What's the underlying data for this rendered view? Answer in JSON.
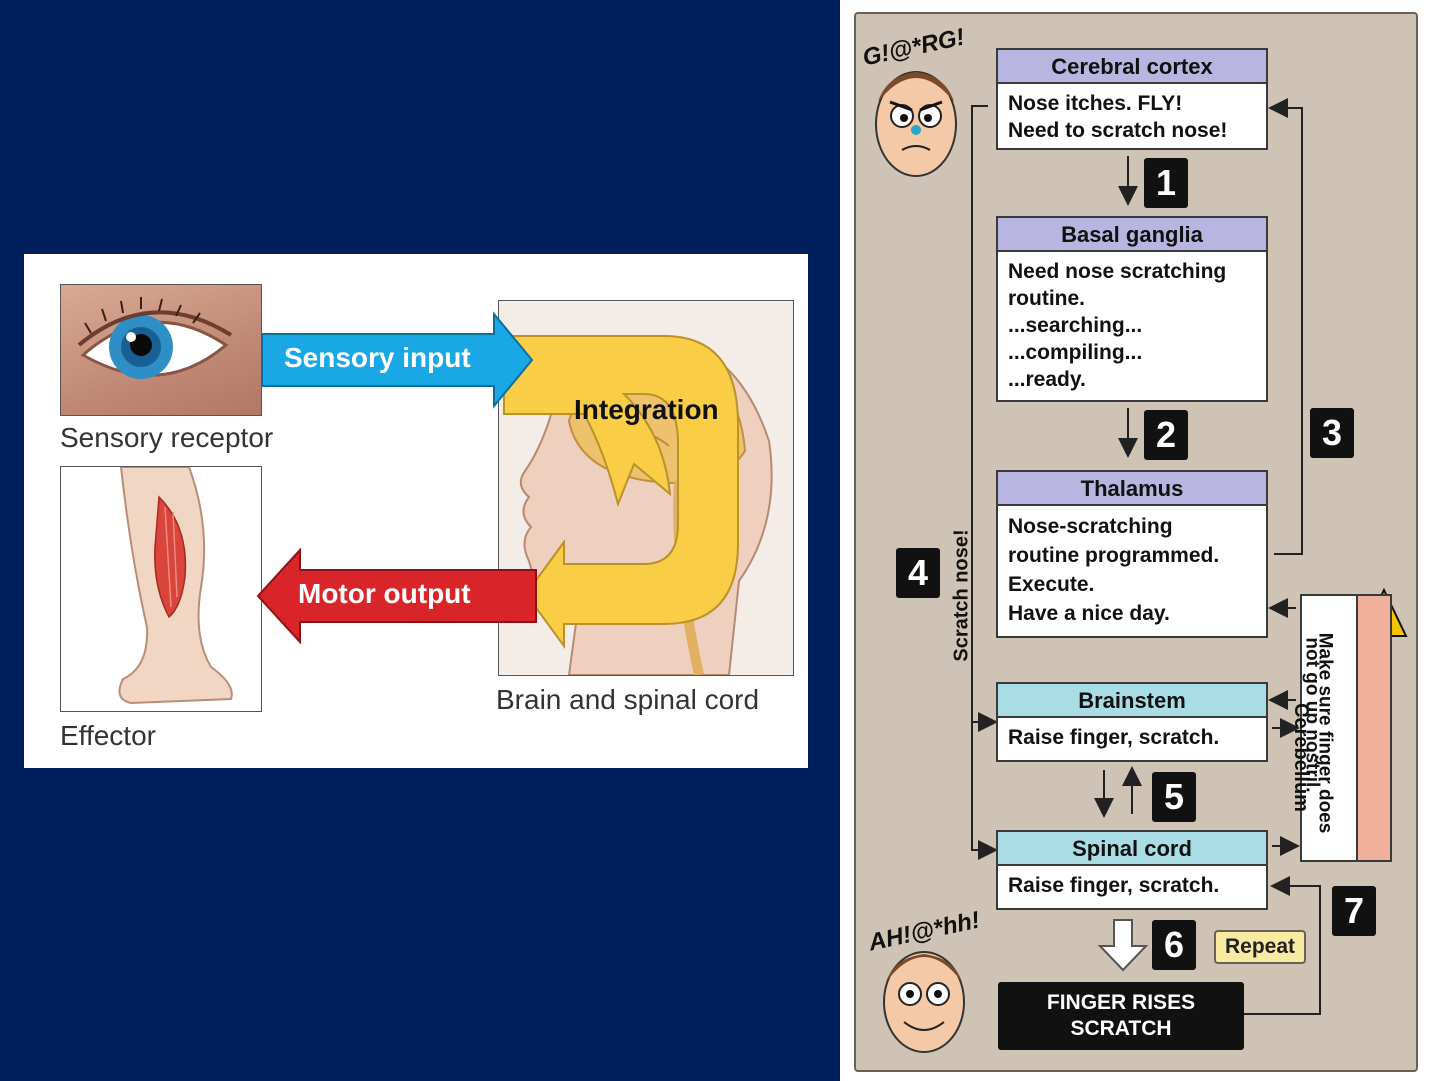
{
  "left_diagram": {
    "sensory_receptor_label": "Sensory receptor",
    "effector_label": "Effector",
    "brain_label": "Brain and spinal cord",
    "sensory_input_label": "Sensory input",
    "integration_label": "Integration",
    "motor_output_label": "Motor output",
    "colors": {
      "sensory": "#1aa7e6",
      "integration": "#f9cd45",
      "motor": "#d9252a"
    }
  },
  "right_diagram": {
    "angry_exclaim": "G!@*RG!",
    "happy_exclaim": "AH!@*hh!",
    "boxes": [
      {
        "title": "Cerebral cortex",
        "lines": [
          "Nose itches. FLY!",
          "Need to scratch nose!"
        ]
      },
      {
        "title": "Basal ganglia",
        "lines": [
          "Need nose scratching",
          "routine.",
          "...searching...",
          "...compiling...",
          "...ready."
        ]
      },
      {
        "title": "Thalamus",
        "lines": [
          "Nose-scratching",
          "routine programmed.",
          "Execute.",
          "Have a nice day."
        ]
      },
      {
        "title": "Brainstem",
        "lines": [
          "Raise finger, scratch."
        ]
      },
      {
        "title": "Spinal cord",
        "lines": [
          "Raise finger, scratch."
        ]
      }
    ],
    "steps": [
      "1",
      "2",
      "3",
      "4",
      "5",
      "6",
      "7"
    ],
    "scratch_nose_label": "Scratch nose!",
    "cerebellum_title": "Cerebellum",
    "cerebellum_lines": [
      "Make sure finger does",
      "not go up nostril."
    ],
    "repeat_label": "Repeat",
    "finger_box_lines": [
      "FINGER RISES",
      "SCRATCH"
    ],
    "colors": {
      "panel": "#cfc3b5",
      "purple_head": "#b8b6e0",
      "cyan_head": "#a8dde6",
      "cerebellum": "#f0b09a",
      "repeat": "#f8eaa0"
    }
  }
}
